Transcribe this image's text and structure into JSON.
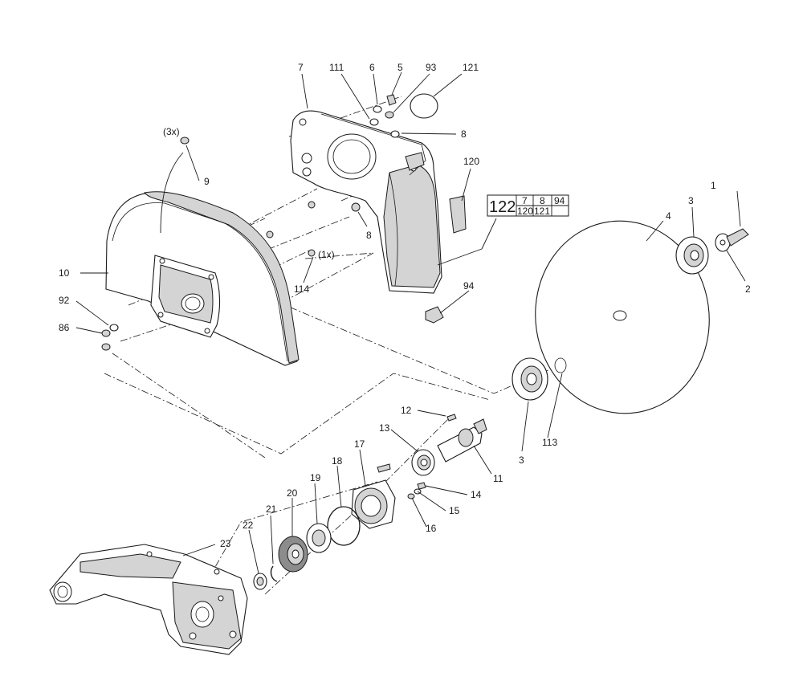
{
  "diagram": {
    "callouts": {
      "c1": "1",
      "c2": "2",
      "c3a": "3",
      "c3b": "3",
      "c4": "4",
      "c5": "5",
      "c6": "6",
      "c7": "7",
      "c8a": "8",
      "c8b": "8",
      "c9": "9",
      "c9qty": "(3x)",
      "c10": "10",
      "c11": "11",
      "c12": "12",
      "c13": "13",
      "c14": "14",
      "c15": "15",
      "c16": "16",
      "c17": "17",
      "c18": "18",
      "c19": "19",
      "c20": "20",
      "c21": "21",
      "c22": "22",
      "c23": "23",
      "c86": "86",
      "c92": "92",
      "c93": "93",
      "c94": "94",
      "c111": "111",
      "c113": "113",
      "c114": "114",
      "c114qty": "(1x)",
      "c120": "120",
      "c121": "121"
    },
    "kit_table": {
      "kit": "122",
      "row1": [
        "7",
        "8",
        "94"
      ],
      "row2": [
        "120",
        "121",
        ""
      ]
    }
  }
}
